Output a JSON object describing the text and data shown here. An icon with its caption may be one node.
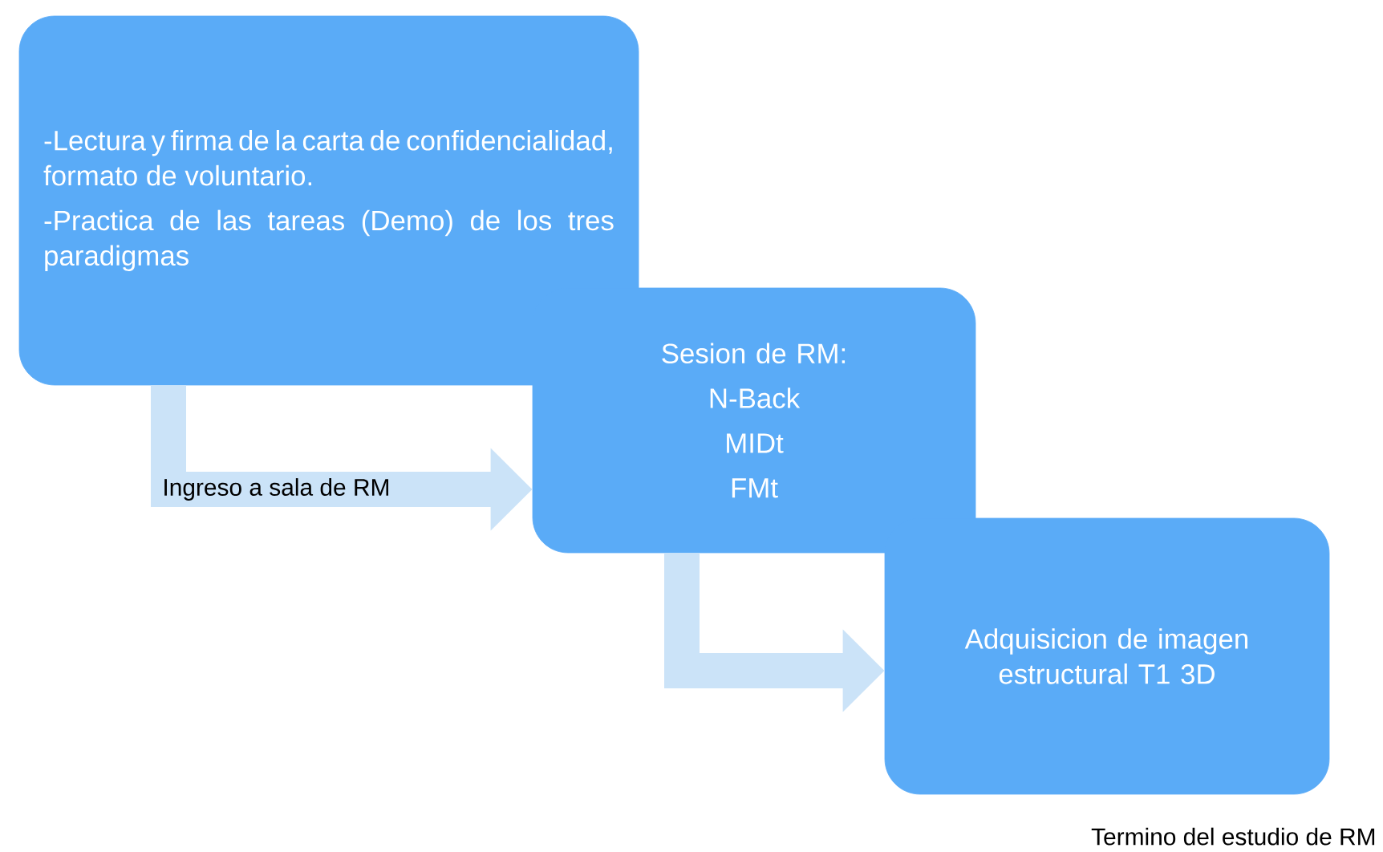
{
  "diagram": {
    "nodes": [
      {
        "text": [
          "-Lectura y firma de la carta de confidencialidad, formato de voluntario.",
          "-Practica de las tareas (Demo) de los tres paradigmas"
        ]
      },
      {
        "text": [
          "Sesion de RM:",
          "N-Back",
          "MIDt",
          "FMt"
        ]
      },
      {
        "text": [
          "Adquisicion de imagen estructural T1 3D"
        ]
      }
    ],
    "edges": [
      {
        "from": 0,
        "to": 1,
        "arrow": "to",
        "label": "Ingreso a sala de RM"
      },
      {
        "from": 1,
        "to": 2,
        "arrow": "to"
      }
    ],
    "labels": [
      "Termino del estudio de RM"
    ]
  }
}
